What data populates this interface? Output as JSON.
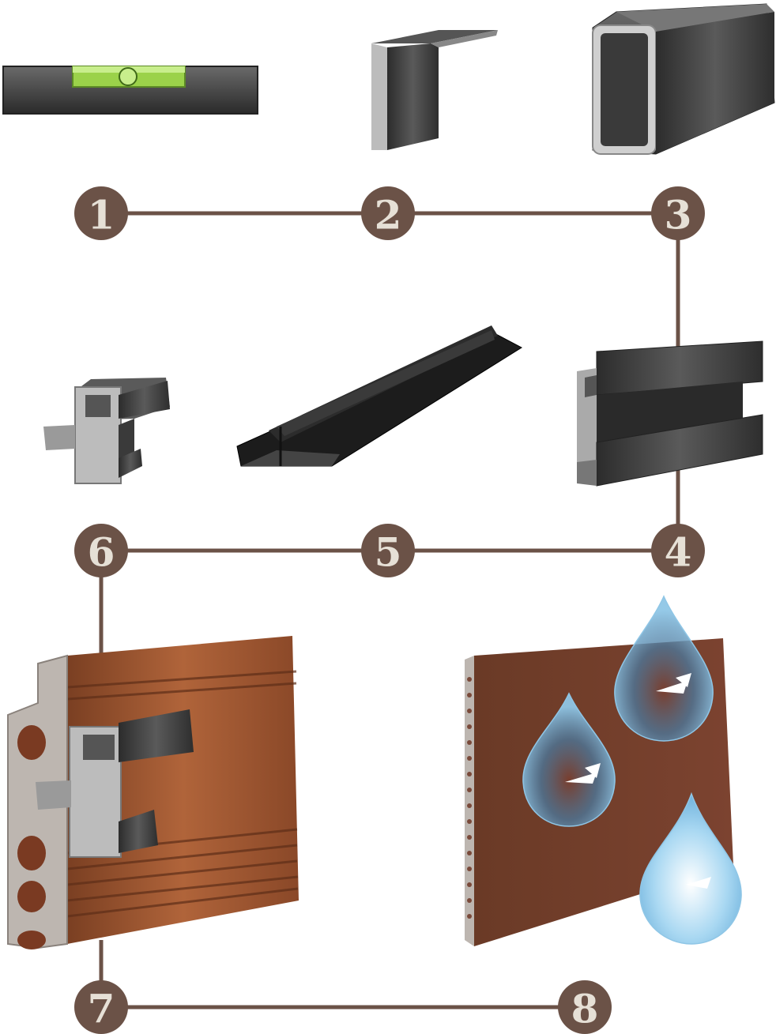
{
  "steps": [
    {
      "label": "1",
      "item": "spirit-level"
    },
    {
      "label": "2",
      "item": "angle-profile"
    },
    {
      "label": "3",
      "item": "square-tube"
    },
    {
      "label": "4",
      "item": "hat-rail-profile"
    },
    {
      "label": "5",
      "item": "rubber-gasket-strip"
    },
    {
      "label": "6",
      "item": "aluminum-clip"
    },
    {
      "label": "7",
      "item": "terracotta-panel-with-clip"
    },
    {
      "label": "8",
      "item": "terracotta-panel-water-drops"
    }
  ],
  "colors": {
    "badge": "#6b5247",
    "line": "#6b5247",
    "badge_text": "#e6e0d6",
    "metal_dark": "#3a3a3a",
    "metal_mid": "#6a6a6a",
    "terracotta": "#9a5430",
    "terracotta_dark": "#6e3a24",
    "clay_gray": "#bdb6b0",
    "drop": "#7fb6d8",
    "level_green": "#9bd24a"
  }
}
